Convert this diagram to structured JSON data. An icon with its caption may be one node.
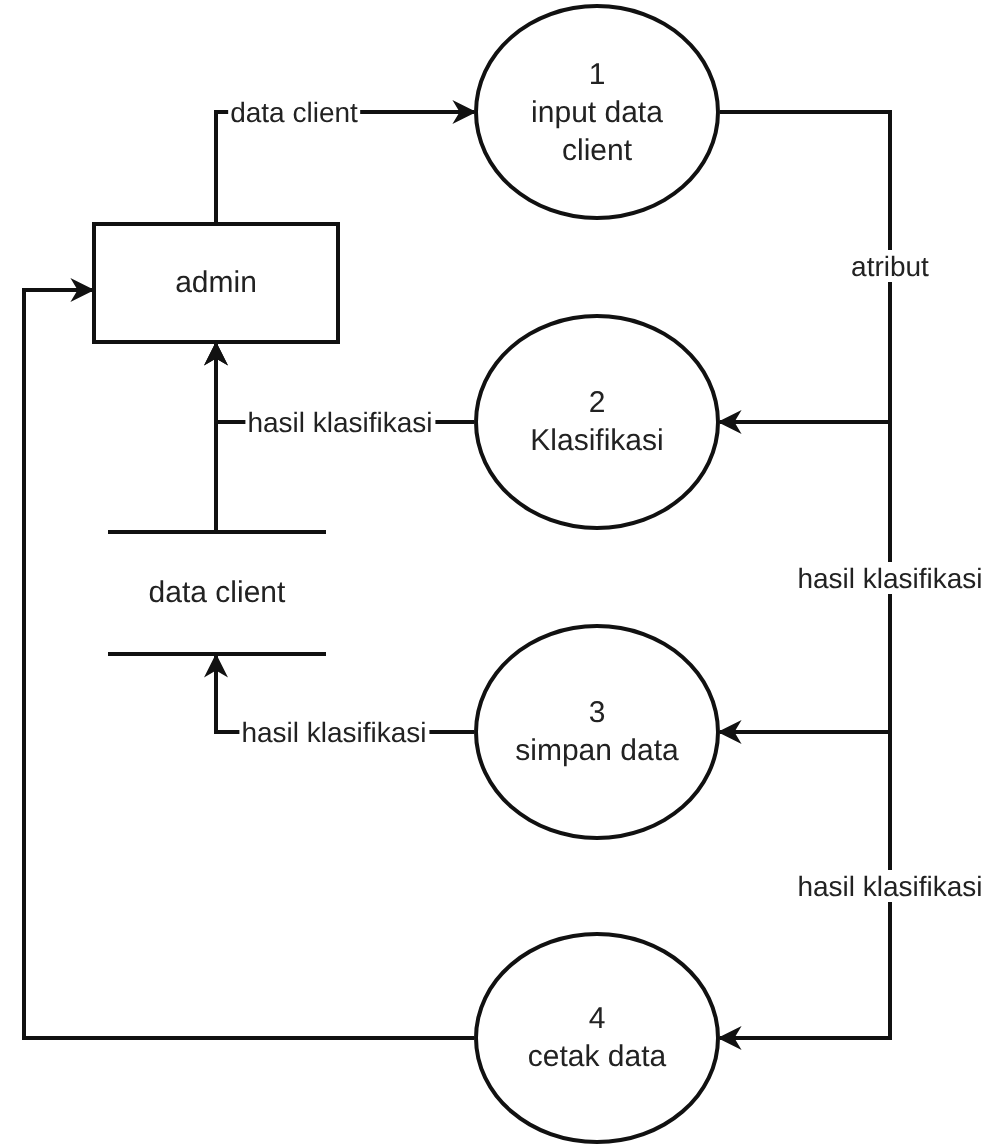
{
  "diagram": {
    "nodes": [
      {
        "text": [
          "admin"
        ]
      },
      {
        "text": [
          "1",
          "input data client"
        ]
      },
      {
        "text": [
          "2",
          "Klasifikasi"
        ]
      },
      {
        "text": [
          "data client"
        ]
      },
      {
        "text": [
          "3",
          "simpan data"
        ]
      },
      {
        "text": [
          "4",
          "cetak data"
        ]
      }
    ],
    "edges": [
      {
        "from": 0,
        "to": 1,
        "arrow": "to",
        "label": "data client"
      },
      {
        "from": 1,
        "to": 2,
        "arrow": "to",
        "label": "atribut"
      },
      {
        "from": 1,
        "to": 4,
        "arrow": "to",
        "label": "hasil klasifikasi"
      },
      {
        "from": 1,
        "to": 5,
        "arrow": "to",
        "label": "hasil klasifikasi"
      },
      {
        "from": 2,
        "to": 0,
        "arrow": "to",
        "label": "hasil klasifikasi"
      },
      {
        "from": 3,
        "to": 0,
        "arrow": "to"
      },
      {
        "from": 4,
        "to": 3,
        "arrow": "to",
        "label": "hasil klasifikasi"
      },
      {
        "from": 5,
        "to": 0,
        "arrow": "to"
      }
    ]
  }
}
